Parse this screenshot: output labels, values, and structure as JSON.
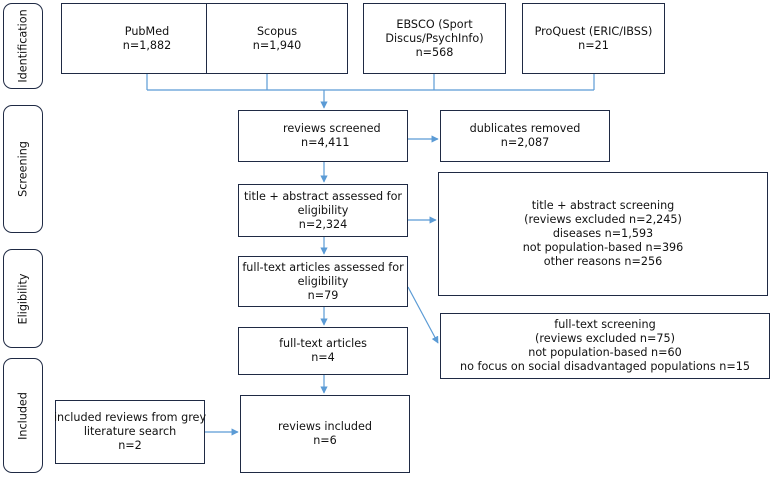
{
  "phases": [
    "Identification",
    "Screening",
    "Eligibility",
    "Included"
  ],
  "sources": [
    {
      "name": "PubMed",
      "count": "n=1,882"
    },
    {
      "name": "Scopus",
      "count": "n=1,940"
    },
    {
      "name": "EBSCO (Sport Discus/PsychInfo)",
      "name_lines": [
        "EBSCO (Sport",
        "Discus/PsychInfo)"
      ],
      "count": "n=568"
    },
    {
      "name": "ProQuest (ERIC/IBSS)",
      "count": "n=21"
    }
  ],
  "screened": {
    "label": "reviews screened",
    "count": "n=4,411"
  },
  "duplicates": {
    "label": "dublicates removed",
    "count": "n=2,087"
  },
  "title_abstract": {
    "lines": [
      "title + abstract assessed for",
      "eligibility"
    ],
    "count": "n=2,324"
  },
  "title_abstract_excluded": {
    "lines": [
      "title + abstract screening",
      "(reviews excluded n=2,245)",
      "diseases n=1,593",
      "not population-based n=396",
      "other reasons n=256"
    ]
  },
  "fulltext": {
    "lines": [
      "full-text articles assessed for",
      "eligibility"
    ],
    "count": "n=79"
  },
  "fulltext_excluded": {
    "lines": [
      "full-text screening",
      "(reviews excluded n=75)",
      "not population-based n=60",
      "no focus on social disadvantaged populations n=15"
    ]
  },
  "fulltext_articles": {
    "label": "full-text articles",
    "count": "n=4"
  },
  "grey_literature": {
    "lines": [
      "included reviews from grey",
      "literature search"
    ],
    "count": "n=2"
  },
  "included": {
    "label": "reviews included",
    "count": "n=6"
  },
  "colors": {
    "box_border": "#1f2a44",
    "connector": "#5b9bd5"
  }
}
